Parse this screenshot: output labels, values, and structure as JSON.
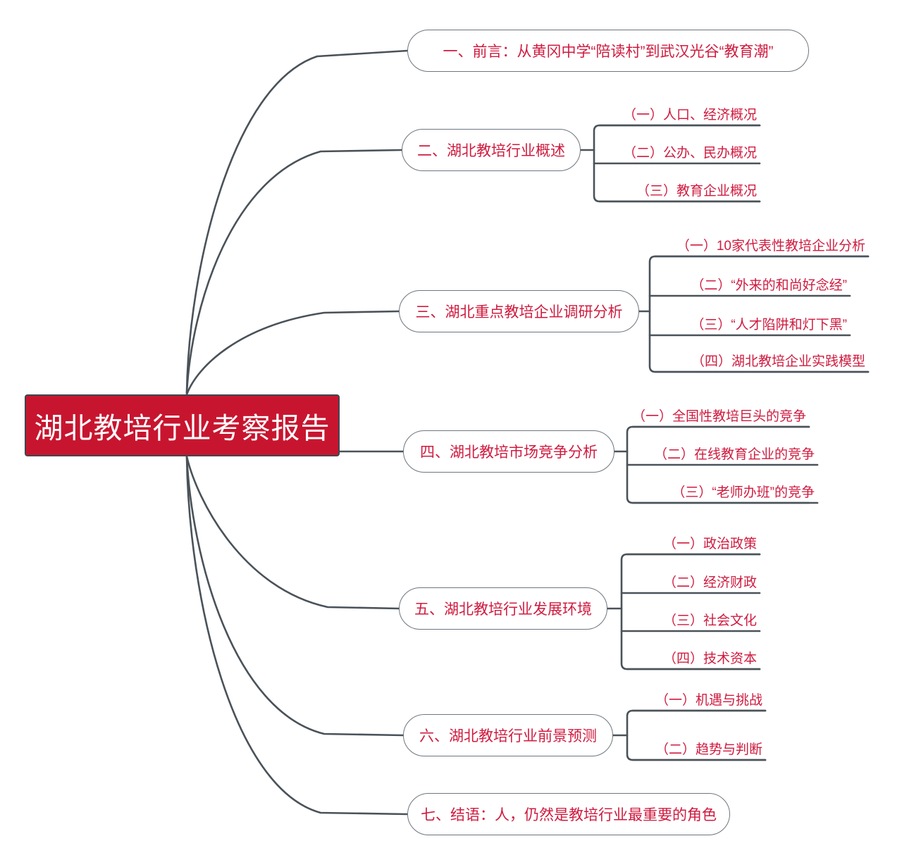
{
  "colors": {
    "root_background": "#c8152f",
    "root_text": "#ffffff",
    "accent_text": "#cf1b3f",
    "line": "#4a5259",
    "node_border": "#6d767e",
    "page_background": "#ffffff"
  },
  "diagram": {
    "type": "mindmap",
    "orientation": "left-to-right",
    "root": {
      "label": "湖北教培行业考察报告"
    },
    "branches": [
      {
        "id": "b1",
        "label": "一、前言：从黄冈中学“陪读村”到武汉光谷“教育潮”",
        "children": []
      },
      {
        "id": "b2",
        "label": "二、湖北教培行业概述",
        "children": [
          {
            "label": "（一）人口、经济概况"
          },
          {
            "label": "（二）公办、民办概况"
          },
          {
            "label": "（三）教育企业概况"
          }
        ]
      },
      {
        "id": "b3",
        "label": "三、湖北重点教培企业调研分析",
        "children": [
          {
            "label": "（一）10家代表性教培企业分析"
          },
          {
            "label": "（二）“外来的和尚好念经”"
          },
          {
            "label": "（三）“人才陷阱和灯下黑”"
          },
          {
            "label": "（四）湖北教培企业实践模型"
          }
        ]
      },
      {
        "id": "b4",
        "label": "四、湖北教培市场竞争分析",
        "children": [
          {
            "label": "（一）全国性教培巨头的竞争"
          },
          {
            "label": "（二）在线教育企业的竞争"
          },
          {
            "label": "（三）“老师办班”的竞争"
          }
        ]
      },
      {
        "id": "b5",
        "label": "五、湖北教培行业发展环境",
        "children": [
          {
            "label": "（一）政治政策"
          },
          {
            "label": "（二）经济财政"
          },
          {
            "label": "（三）社会文化"
          },
          {
            "label": "（四）技术资本"
          }
        ]
      },
      {
        "id": "b6",
        "label": "六、湖北教培行业前景预测",
        "children": [
          {
            "label": "（一）机遇与挑战"
          },
          {
            "label": "（二）趋势与判断"
          }
        ]
      },
      {
        "id": "b7",
        "label": "七、结语：人，仍然是教培行业最重要的角色",
        "children": []
      }
    ]
  }
}
